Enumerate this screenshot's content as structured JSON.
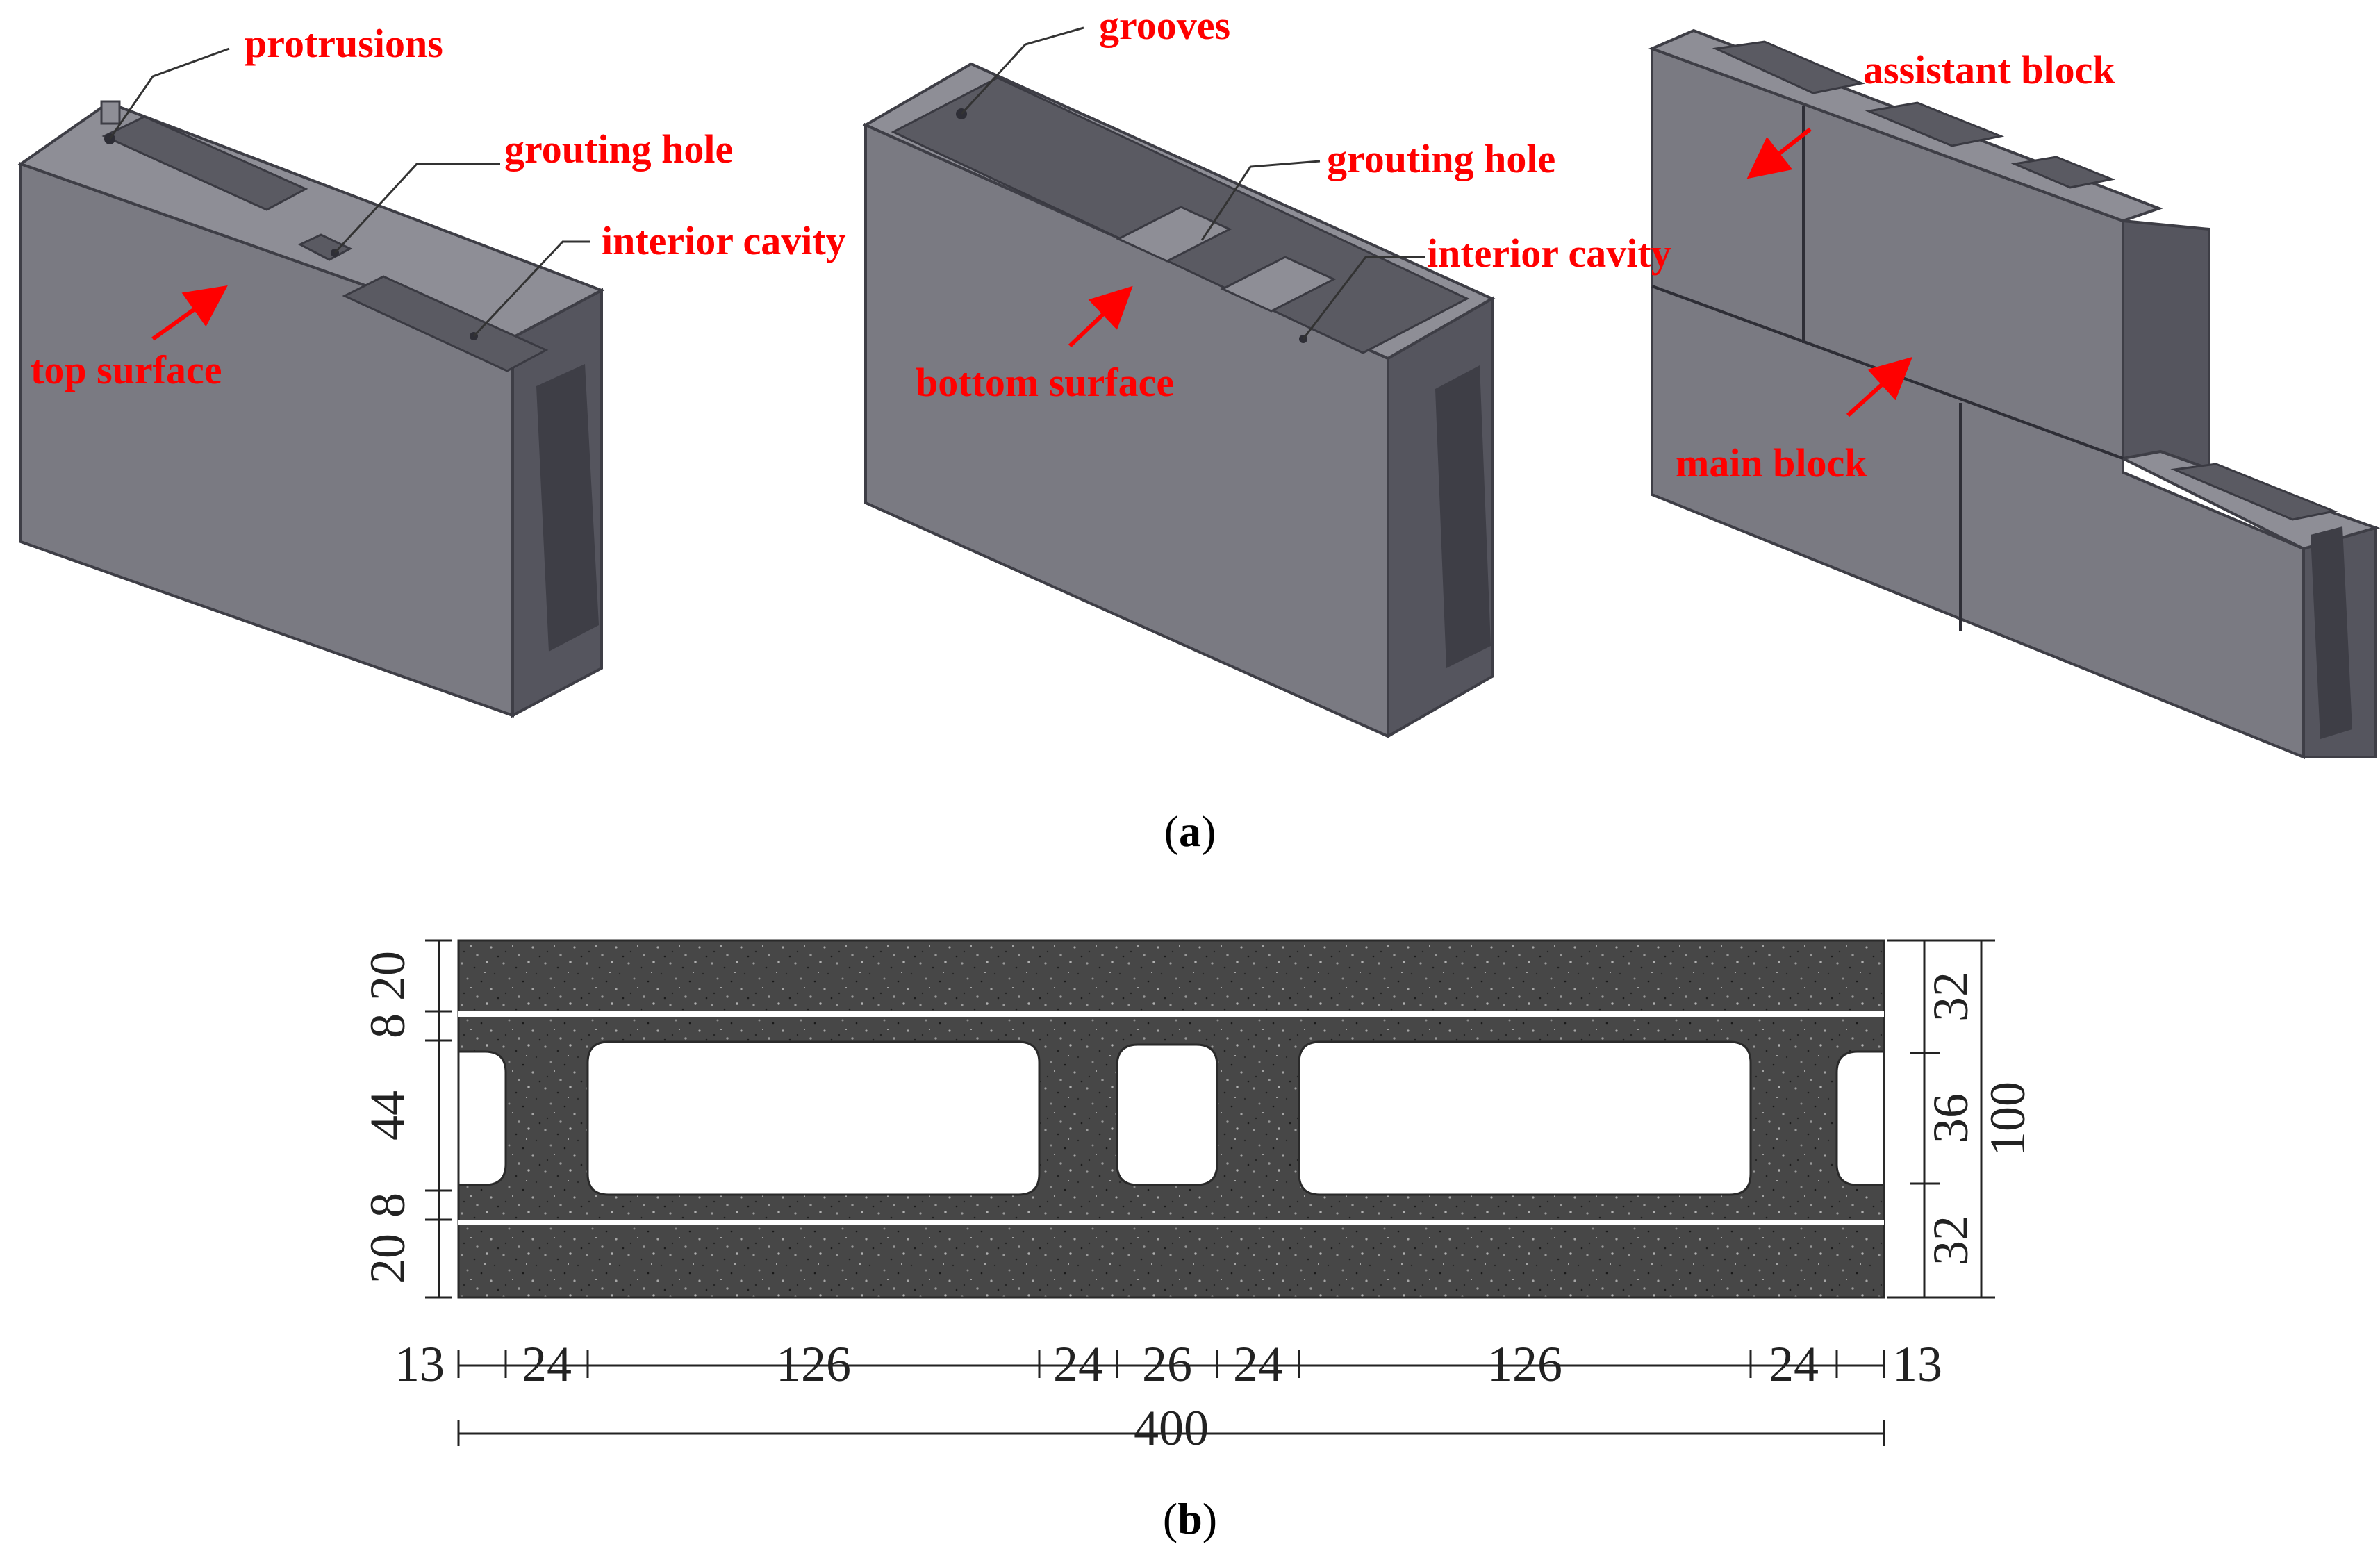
{
  "colors": {
    "label": "#ff0000",
    "block_face": "#7a7a82",
    "block_side": "#55555e",
    "block_top": "#8e8e96",
    "block_dark": "#3e3e46",
    "section_fill": "#454545",
    "dim_line": "#222222"
  },
  "panel_a": {
    "caption_open": "(",
    "caption_letter": "a",
    "caption_close": ")",
    "block1": {
      "protrusions": "protrusions",
      "grouting_hole": "grouting hole",
      "interior_cavity": "interior cavity",
      "top_surface": "top surface"
    },
    "block2": {
      "grooves": "grooves",
      "grouting_hole": "grouting hole",
      "interior_cavity": "interior cavity",
      "bottom_surface": "bottom surface"
    },
    "assembly": {
      "assistant_block": "assistant block",
      "main_block": "main block"
    }
  },
  "panel_b": {
    "caption_open": "(",
    "caption_letter": "b",
    "caption_close": ")",
    "left_dims": [
      "20",
      "8",
      "44",
      "8",
      "20"
    ],
    "right_dims": [
      "32",
      "36",
      "32"
    ],
    "right_total": "100",
    "bottom_dims": [
      "13",
      "24",
      "126",
      "24",
      "26",
      "24",
      "126",
      "24",
      "13"
    ],
    "bottom_total": "400"
  }
}
